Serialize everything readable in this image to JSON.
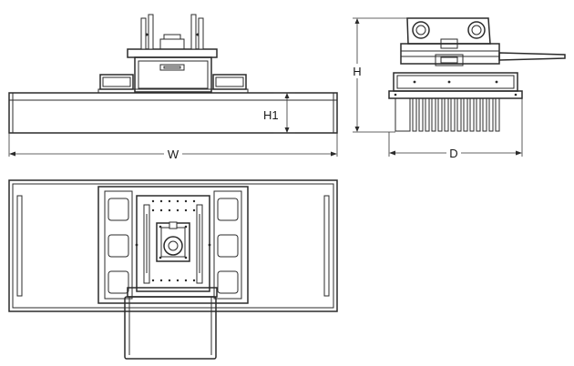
{
  "dimensions": {
    "width_label": "W",
    "height_label": "H",
    "height1_label": "H1",
    "depth_label": "D"
  }
}
